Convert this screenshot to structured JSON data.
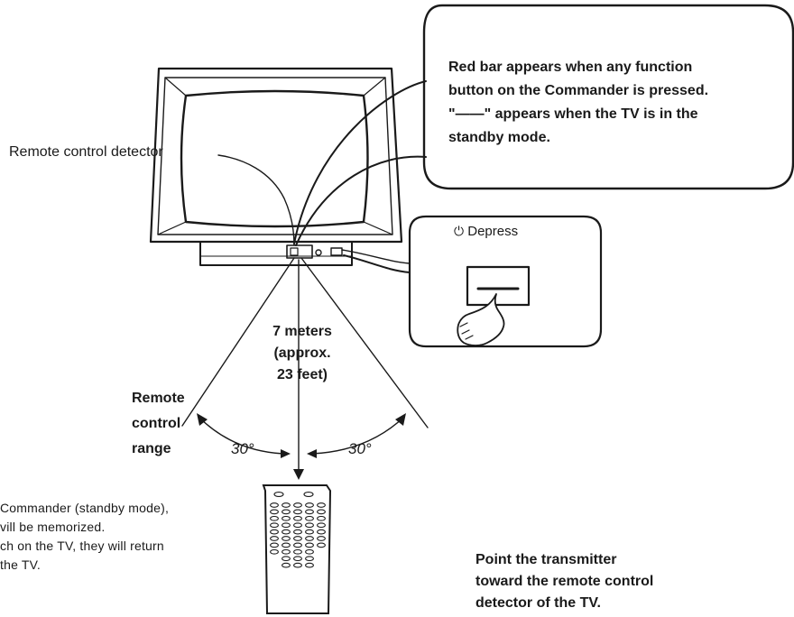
{
  "detector_label": "Remote control detector",
  "callout_lines": [
    "Red bar appears when any function",
    "button on the Commander is pressed.",
    "\"——\" appears when the TV is in the",
    "standby mode."
  ],
  "power_switch": {
    "symbol": "⏻",
    "label": "Depress"
  },
  "distance_lines": [
    "7 meters",
    "(approx.",
    "23 feet)"
  ],
  "range_lines": [
    "Remote",
    "control",
    "range"
  ],
  "angle_left": "30°",
  "angle_right": "30°",
  "left_note_lines": [
    "Commander (standby mode),",
    "vill be memorized.",
    "ch on the TV, they will return",
    "the TV."
  ],
  "right_note_lines": [
    "Point the transmitter",
    "toward the remote control",
    "detector of the TV."
  ],
  "colors": {
    "ink": "#1a1a1a",
    "background": "#ffffff"
  },
  "icons": [
    "tv-illustration",
    "remote-control-icon",
    "pointing-hand-icon",
    "power-symbol-icon"
  ]
}
